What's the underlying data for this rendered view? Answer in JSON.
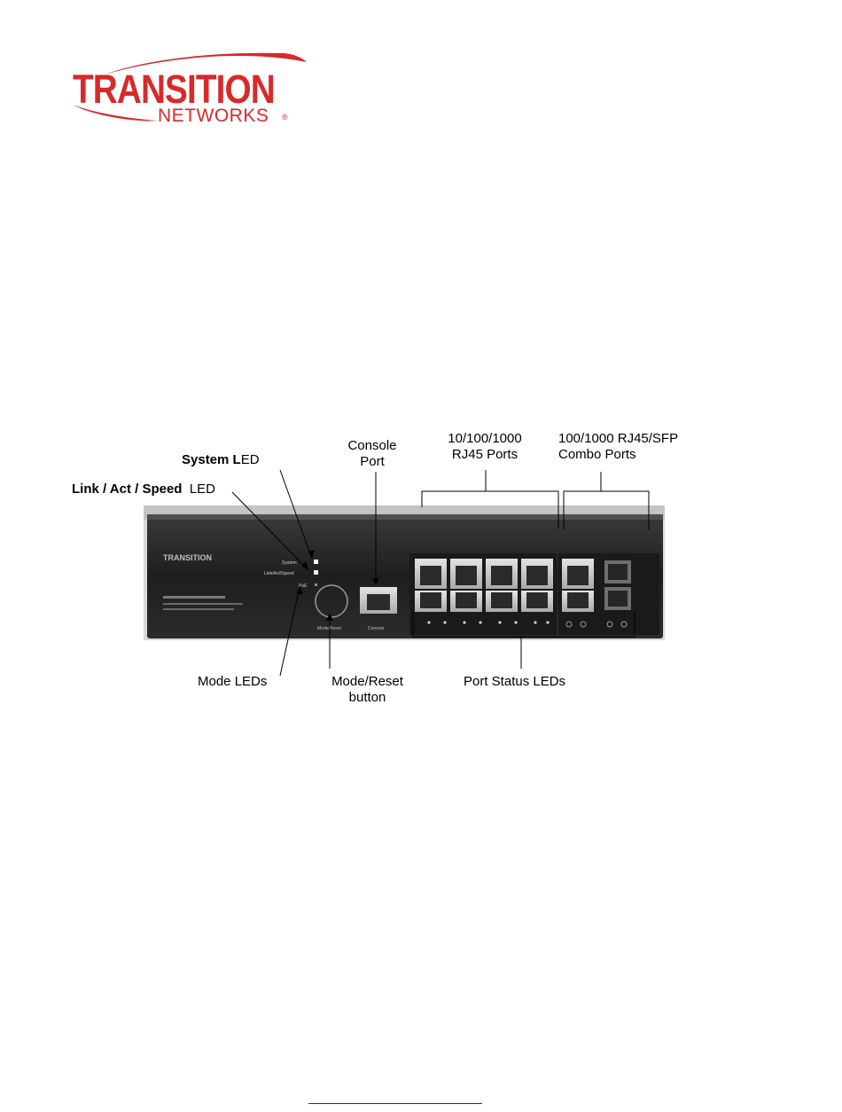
{
  "logo": {
    "name_main": "TRANSITION",
    "name_sub": "NETWORKS",
    "registered": "®",
    "color": "#d72a2a"
  },
  "labels": {
    "system_led_bold": "System L",
    "system_led_rest": "ED",
    "link_led_bold": "Link / Act / Speed",
    "link_led_rest": "LED",
    "console_port": [
      "Console",
      "Port"
    ],
    "rj45_ports": [
      "10/100/1000",
      "RJ45 Ports"
    ],
    "combo_ports": [
      "100/1000 RJ45/SFP",
      "Combo Ports"
    ],
    "mode_leds": "Mode LEDs",
    "mode_reset": [
      "Mode/Reset",
      "button"
    ],
    "port_status_leds": "Port Status LEDs"
  },
  "device_panel_text": {
    "brand": "TRANSITION",
    "led_system": "System",
    "led_link": "Link/Act/Speed",
    "led_poe": "PoE",
    "button_label": "Mode/Reset",
    "console_label": "Console"
  }
}
